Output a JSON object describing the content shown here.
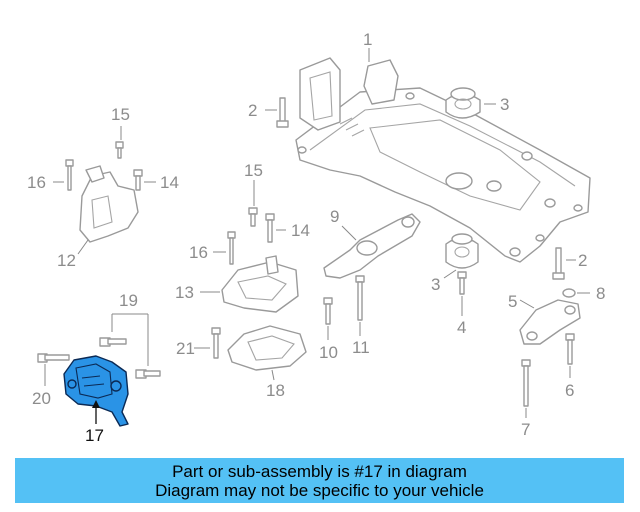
{
  "labels": {
    "l1": "1",
    "l2a": "2",
    "l3a": "3",
    "l15a": "15",
    "l16a": "16",
    "l14a": "14",
    "l12": "12",
    "l15b": "15",
    "l16b": "16",
    "l14b": "14",
    "l9": "9",
    "l2b": "2",
    "l3b": "3",
    "l13": "13",
    "l4": "4",
    "l5": "5",
    "l8": "8",
    "l19": "19",
    "l21": "21",
    "l10": "10",
    "l11": "11",
    "l20": "20",
    "l18": "18",
    "l6": "6",
    "l7": "7",
    "l17": "17"
  },
  "banner": {
    "line1": "Part or sub-assembly is #17 in diagram",
    "line2": "Diagram may not be specific to your vehicle",
    "color": "#54c1f5"
  },
  "highlight": {
    "part_number": "17",
    "color": "#2a93e6"
  }
}
